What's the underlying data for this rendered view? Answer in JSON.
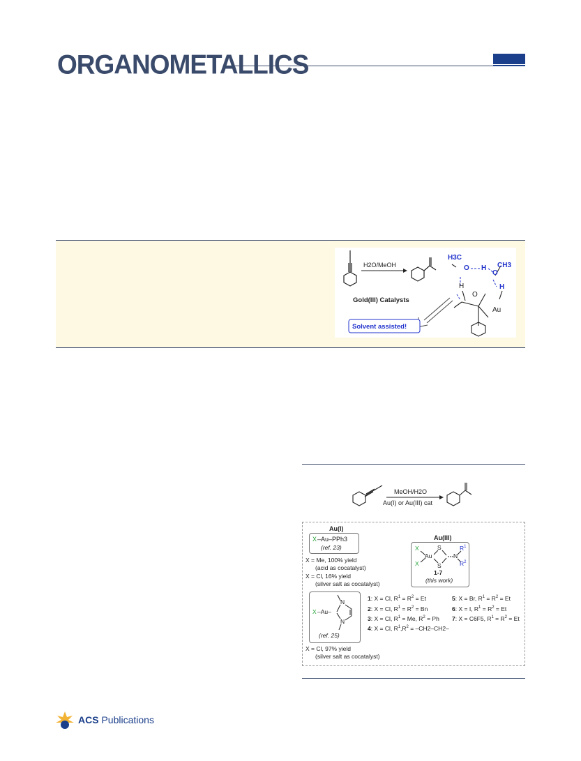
{
  "header": {
    "journal": "ORGANOMETALLICS"
  },
  "toc": {
    "reagent": "H2O/MeOH",
    "catalysts": "Gold(III) Catalysts",
    "solvent_label": "Solvent assisted!",
    "h3c": "H3C",
    "ch3": "CH3",
    "o1": "O",
    "h_mid": "H",
    "o2": "O",
    "h_left": "H",
    "h_right": "H",
    "o3": "O",
    "au": "Au"
  },
  "scheme": {
    "reagent": "MeOH/H2O",
    "catalyst": "Au(I) or Au(III) cat",
    "au1": {
      "title": "Au(I)",
      "ref": "(ref. 23)",
      "formula_x": "X",
      "formula_rest": "–Au–PPh3",
      "line1": "X = Me, 100% yield",
      "line2": "(acid as cocatalyst)",
      "line3": "X = Cl, 16% yield",
      "line4": "(silver salt as cocatalyst)"
    },
    "au3": {
      "title": "Au(III)",
      "compounds": "1-7",
      "this_work": "(this work)",
      "x1": "X",
      "x2": "X",
      "au": "Au",
      "s1": "S",
      "s2": "S",
      "n": "N",
      "r1": "R",
      "r2": "R"
    },
    "nhc": {
      "x": "X",
      "au": "–Au–",
      "n1": "N",
      "n2": "N",
      "ref": "(ref. 25)",
      "line1": "X = Cl, 97% yield",
      "line2": "(silver salt as cocatalyst)"
    },
    "list": [
      {
        "num": "1",
        "text": ": X = Cl, R",
        "tail": " = R",
        "end": " = Et"
      },
      {
        "num": "2",
        "text": ": X = Cl, R",
        "tail": " = R",
        "end": " = Bn"
      },
      {
        "num": "3",
        "text": ": X = Cl, R",
        "tail": " = Me, R",
        "end": " = Ph"
      },
      {
        "num": "4",
        "text": ": X = Cl, R",
        "tail": ",R",
        "end": " = –CH2–CH2–"
      },
      {
        "num": "5",
        "text": ": X = Br, R",
        "tail": " = R",
        "end": " = Et"
      },
      {
        "num": "6",
        "text": ": X = I, R",
        "tail": " = R",
        "end": " = Et"
      },
      {
        "num": "7",
        "text": ": X = C6F5, R",
        "tail": " = R",
        "end": " = Et"
      }
    ]
  },
  "footer": {
    "publisher_bold": "ACS",
    "publisher_rest": " Publications"
  }
}
